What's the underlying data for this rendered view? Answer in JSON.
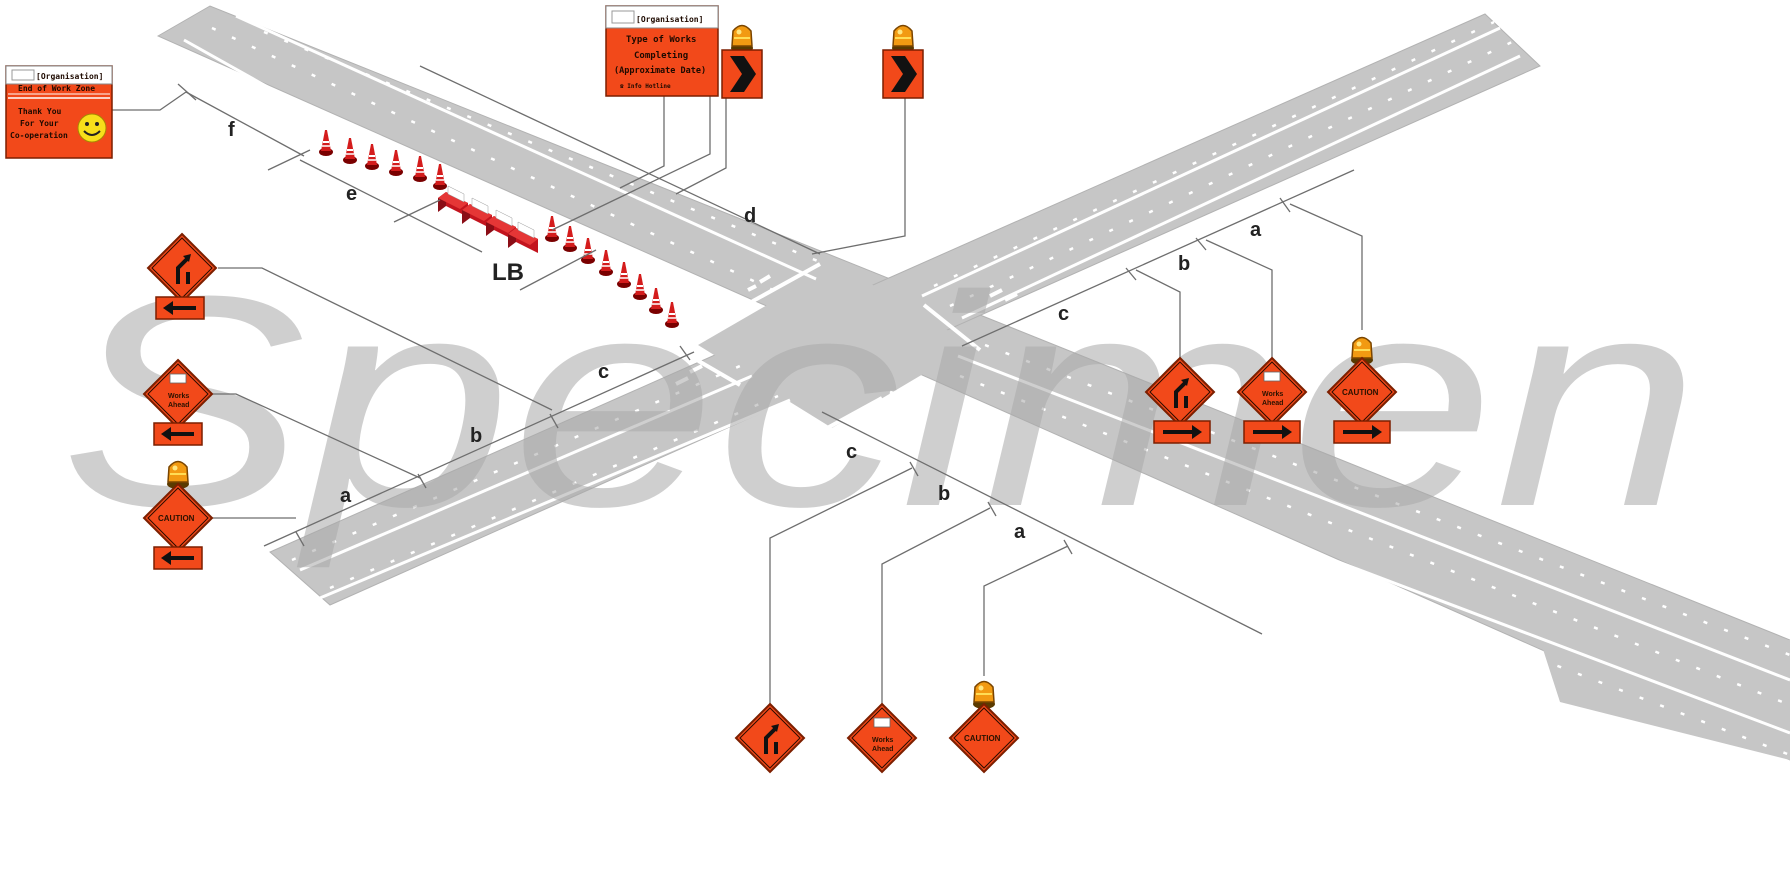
{
  "watermark": "Specimen",
  "dimension_labels": {
    "a": "a",
    "b": "b",
    "c": "c",
    "d": "d",
    "e": "e",
    "f": "f",
    "lb": "LB"
  },
  "end_sign": {
    "org": "[Organisation]",
    "line1": "End of Work Zone",
    "line2": "Thank You",
    "line3": "For Your",
    "line4": "Co-operation"
  },
  "info_sign": {
    "org": "[Organisation]",
    "line1": "Type of Works",
    "line2": "Completing",
    "line3": "(Approximate Date)",
    "line4": "☎ Info Hotline"
  },
  "diamond_signs": {
    "works_ahead_line1": "Works",
    "works_ahead_line2": "Ahead",
    "caution": "CAUTION"
  },
  "colors": {
    "road": "#c6c6c6",
    "road_edge": "#b2b2b2",
    "sign_orange": "#f2491a",
    "marking": "#ffffff",
    "cone_red": "#c41a1a",
    "barrier_red": "#b3121f",
    "watermark": "#a9a9a9",
    "leader": "#6e6e6e"
  },
  "icons": [
    "merge-arrow-icon",
    "left-arrow-icon",
    "right-arrow-icon",
    "chevron-right-icon",
    "flashing-light-icon",
    "smiley-icon",
    "traffic-cone-icon",
    "barrier-icon"
  ]
}
